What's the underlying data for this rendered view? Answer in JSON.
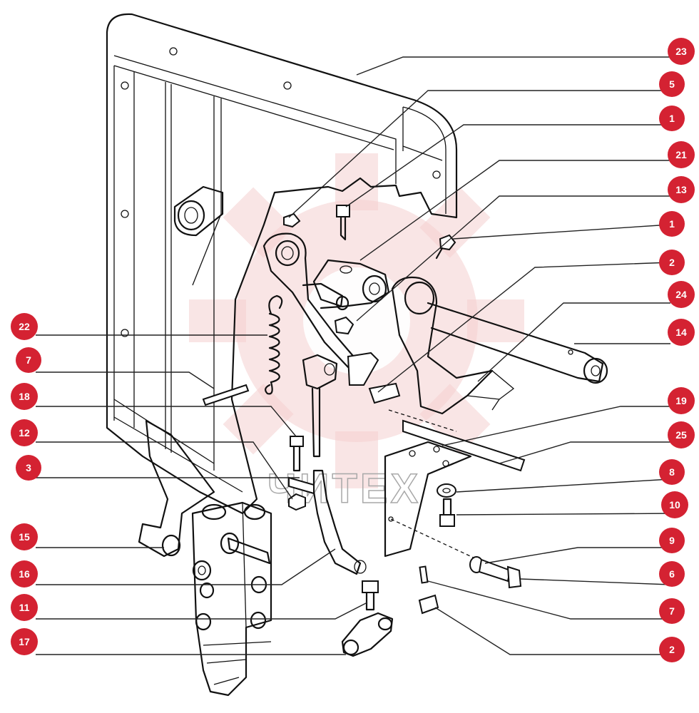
{
  "colors": {
    "badge": "#d42232",
    "watermark": "#f2c6c6",
    "line": "#111111"
  },
  "watermark": {
    "text": "ЧИТЕХ"
  },
  "callouts": [
    {
      "id": "c23",
      "label": "23",
      "side": "right"
    },
    {
      "id": "c5",
      "label": "5",
      "side": "right"
    },
    {
      "id": "c1a",
      "label": "1",
      "side": "right"
    },
    {
      "id": "c21",
      "label": "21",
      "side": "right"
    },
    {
      "id": "c13",
      "label": "13",
      "side": "right"
    },
    {
      "id": "c1b",
      "label": "1",
      "side": "right"
    },
    {
      "id": "c2a",
      "label": "2",
      "side": "right"
    },
    {
      "id": "c24",
      "label": "24",
      "side": "right"
    },
    {
      "id": "c14",
      "label": "14",
      "side": "right"
    },
    {
      "id": "c19",
      "label": "19",
      "side": "right"
    },
    {
      "id": "c25",
      "label": "25",
      "side": "right"
    },
    {
      "id": "c8",
      "label": "8",
      "side": "right"
    },
    {
      "id": "c10",
      "label": "10",
      "side": "right"
    },
    {
      "id": "c9",
      "label": "9",
      "side": "right"
    },
    {
      "id": "c6",
      "label": "6",
      "side": "right"
    },
    {
      "id": "c7b",
      "label": "7",
      "side": "right"
    },
    {
      "id": "c2b",
      "label": "2",
      "side": "right"
    },
    {
      "id": "c22",
      "label": "22",
      "side": "left"
    },
    {
      "id": "c7a",
      "label": "7",
      "side": "left"
    },
    {
      "id": "c18",
      "label": "18",
      "side": "left"
    },
    {
      "id": "c12",
      "label": "12",
      "side": "left"
    },
    {
      "id": "c3",
      "label": "3",
      "side": "left"
    },
    {
      "id": "c15",
      "label": "15",
      "side": "left"
    },
    {
      "id": "c16",
      "label": "16",
      "side": "left"
    },
    {
      "id": "c11",
      "label": "11",
      "side": "left"
    },
    {
      "id": "c17",
      "label": "17",
      "side": "left"
    }
  ]
}
